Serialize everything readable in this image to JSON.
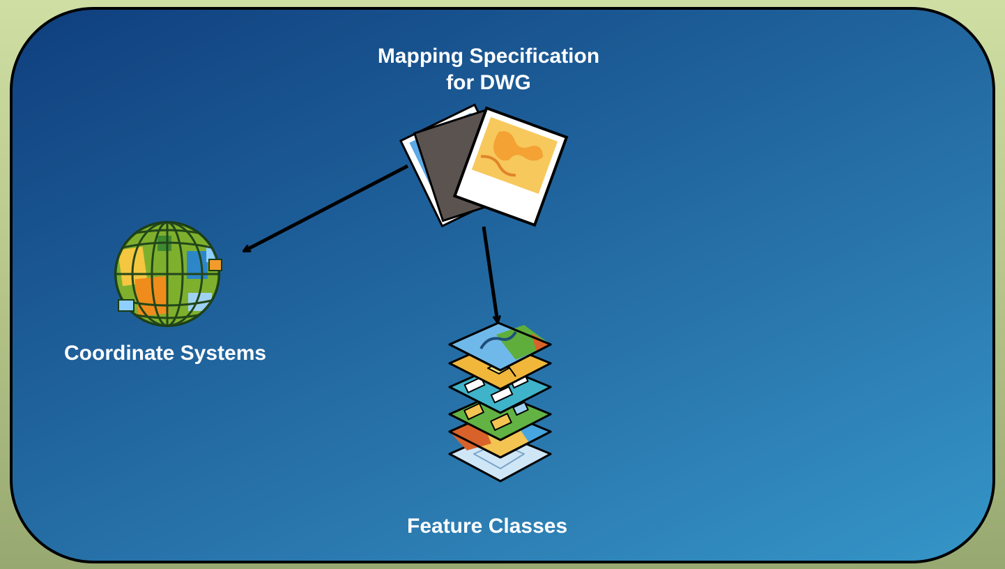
{
  "title": {
    "line1": "Mapping Specification",
    "line2": "for DWG"
  },
  "nodes": {
    "coordinate_systems": "Coordinate Systems",
    "feature_classes": "Feature Classes"
  },
  "colors": {
    "panel_top": "#0f3f7e",
    "panel_bottom": "#3595c8",
    "frame": "#cfdfa4",
    "text": "#ffffff",
    "arrow": "#000000"
  },
  "icons": [
    "map-documents-icon",
    "globe-icon",
    "layer-stack-icon"
  ]
}
